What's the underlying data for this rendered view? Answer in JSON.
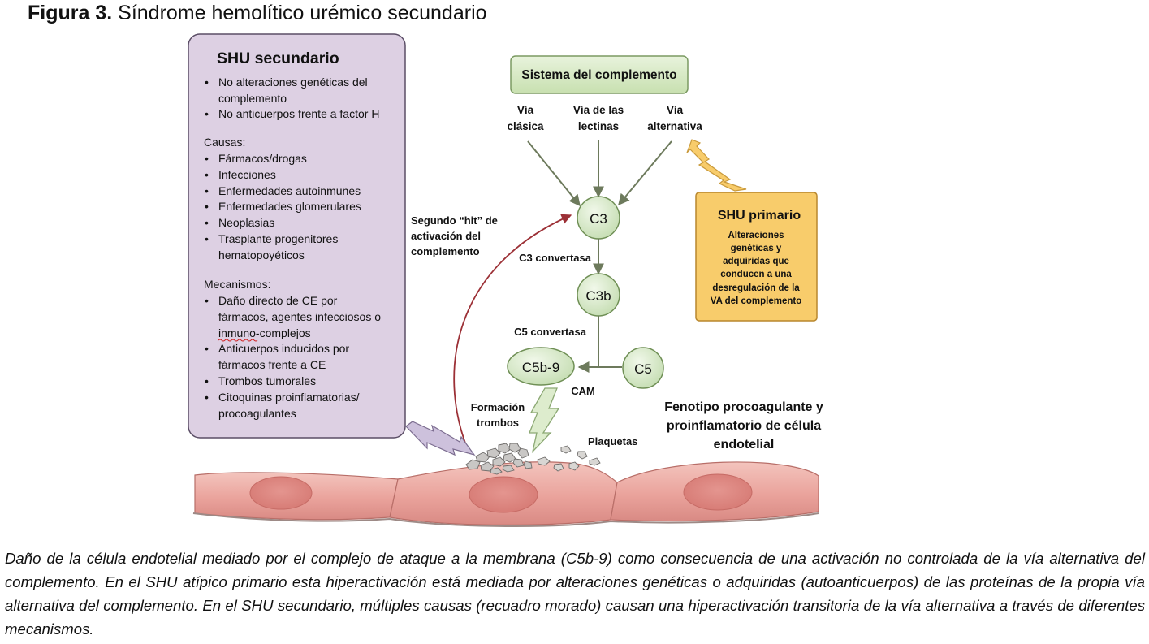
{
  "figure": {
    "label": "Figura 3.",
    "title": "Síndrome hemolítico urémico secundario"
  },
  "secondary_box": {
    "title": "SHU secundario",
    "bullets": [
      "No alteraciones genéticas del",
      "complemento",
      "No anticuerpos frente a factor H"
    ],
    "causes_heading": "Causas:",
    "causes": [
      "Fármacos/drogas",
      "Infecciones",
      "Enfermedades autoinmunes",
      "Enfermedades glomerulares",
      "Neoplasias",
      "Trasplante progenitores",
      "hematopoyéticos"
    ],
    "mechanisms_heading": "Mecanismos:",
    "mechanisms": [
      "Daño directo de CE por",
      "fármacos, agentes infecciosos o",
      "inmuno-complejos",
      "Anticuerpos inducidos por",
      "fármacos frente a CE",
      "Trombos tumorales",
      "Citoquinas proinflamatorias/",
      "procoagulantes"
    ]
  },
  "complement": {
    "system_label": "Sistema del complemento",
    "pathways": [
      {
        "line1": "Vía",
        "line2": "clásica"
      },
      {
        "line1": "Vía de las",
        "line2": "lectinas"
      },
      {
        "line1": "Vía",
        "line2": "alternativa"
      }
    ],
    "c3": "C3",
    "c3_convertase": "C3 convertasa",
    "c3b": "C3b",
    "c5_convertase": "C5 convertasa",
    "c5b9": "C5b-9",
    "c5": "C5",
    "cam": "CAM"
  },
  "second_hit": {
    "line1": "Segundo “hit” de",
    "line2": "activación del",
    "line3": "complemento"
  },
  "primary_box": {
    "title": "SHU primario",
    "lines": [
      "Alteraciones",
      "genéticas y",
      "adquiridas que",
      "conducen a una",
      "desregulación de la",
      "VA del complemento"
    ]
  },
  "labels": {
    "formation": {
      "line1": "Formación",
      "line2": "trombos"
    },
    "platelets": "Plaquetas",
    "phenotype": {
      "line1": "Fenotipo procoagulante y",
      "line2": "proinflamatorio de célula",
      "line3": "endotelial"
    }
  },
  "caption": "Daño de la célula endotelial mediado por el complejo de ataque a la membrana (C5b-9) como consecuencia de una activación no controlada de la vía alternativa del complemento. En el SHU atípico primario esta hiperactivación está mediada por alteraciones genéticas o adquiridas (autoanticuerpos) de las proteínas de la propia vía alternativa del complemento. En el SHU secundario, múltiples causas (recuadro morado) causan una hiperactivación transitoria de la vía alternativa a través de diferentes mecanismos.",
  "colors": {
    "purple_box": "#ddd0e3",
    "green_box": "#d6e8c4",
    "orange_box": "#f8cc6b",
    "arrow_green": "#6d7a5c",
    "arrow_red": "#9c3036",
    "cell_fill": "#eaa6a0",
    "nucleus": "#de857f"
  }
}
